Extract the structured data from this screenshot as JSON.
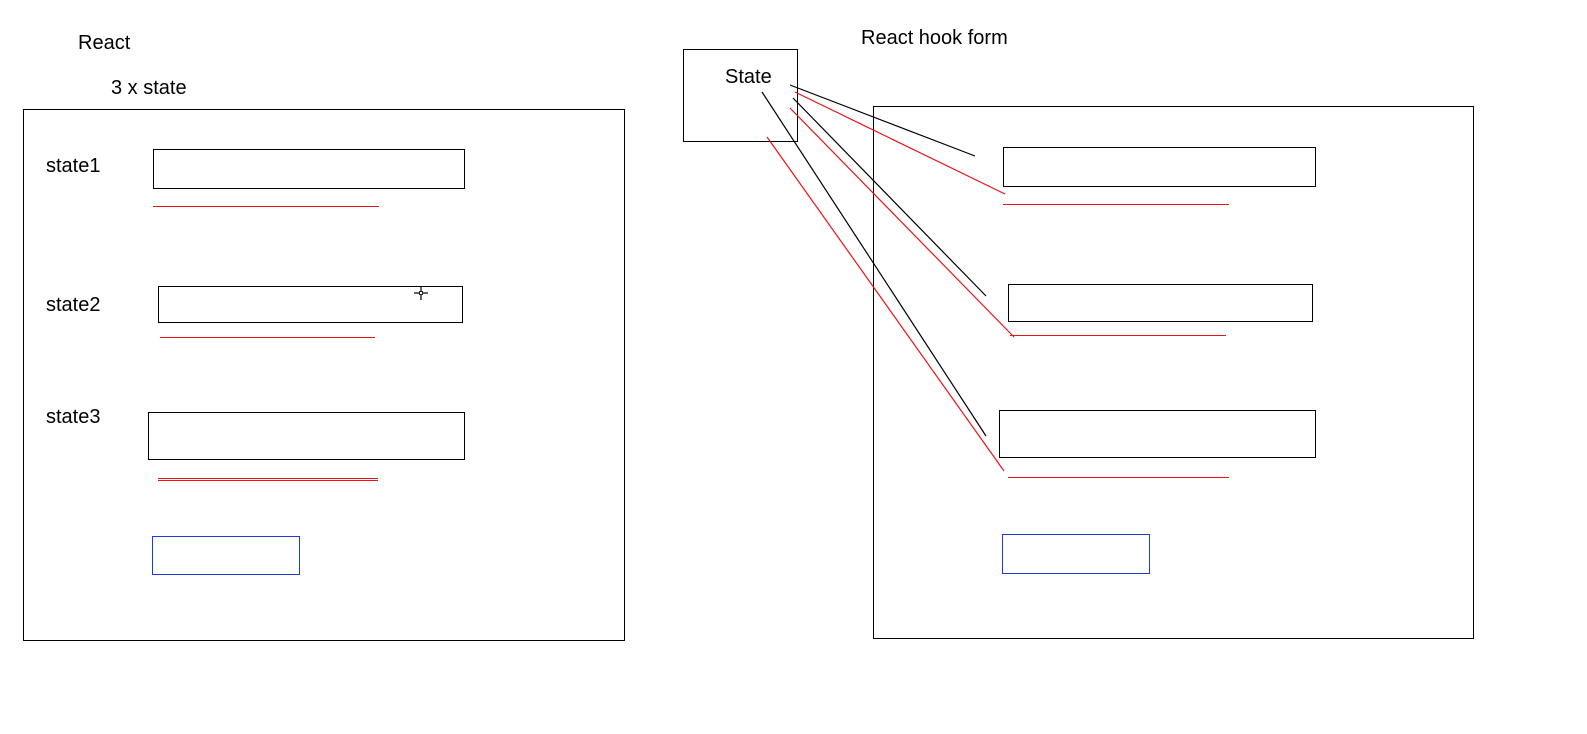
{
  "left": {
    "title": "React",
    "subtitle": "3 x state",
    "fields": [
      {
        "label": "state1"
      },
      {
        "label": "state2"
      },
      {
        "label": "state3"
      }
    ]
  },
  "right": {
    "title": "React hook form",
    "state_box_label": "State"
  },
  "colors": {
    "stroke": "#000000",
    "underline": "#e8131b",
    "button": "#1f3bd6",
    "connector_black": "#000000",
    "connector_red": "#e8131b"
  }
}
